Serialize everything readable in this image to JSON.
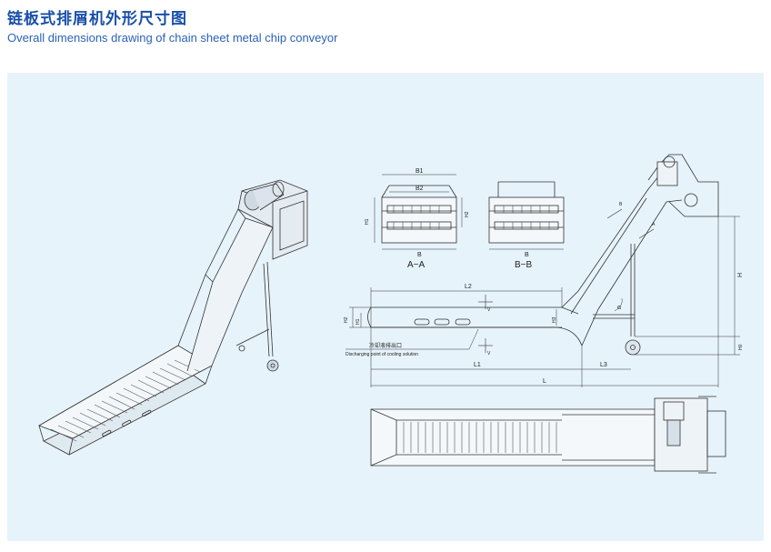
{
  "header": {
    "title_cn": "链板式排屑机外形尺寸图",
    "title_en": "Overall dimensions drawing of chain sheet metal chip conveyor"
  },
  "colors": {
    "title": "#1a4fa8",
    "subtitle": "#2a62b8",
    "panel_bg": "#e6f3fb",
    "line": "#333333"
  },
  "section_aa": {
    "caption": "A−A",
    "dim_outer_top": "B1",
    "dim_inner": "B2",
    "dim_bottom": "B",
    "dim_height": "H1",
    "dim_height2": "H2"
  },
  "section_bb": {
    "caption": "B−B",
    "dim_bottom": "B"
  },
  "elevation": {
    "dim_L2": "L2",
    "dim_L1": "L1",
    "dim_L3": "L3",
    "dim_L": "L",
    "dim_H": "H",
    "dim_H0": "H0",
    "dim_H1": "H1",
    "dim_H2": "H2",
    "dim_H3": "H3",
    "dim_angle": "α",
    "marker_A": "A",
    "marker_B": "B",
    "marker_V1": "V",
    "marker_V2": "V",
    "discharge_cn": "冷却液排出口",
    "discharge_en": "Discharging point of cooling solution"
  },
  "icons": [
    "motor-icon",
    "caster-wheel-icon"
  ]
}
